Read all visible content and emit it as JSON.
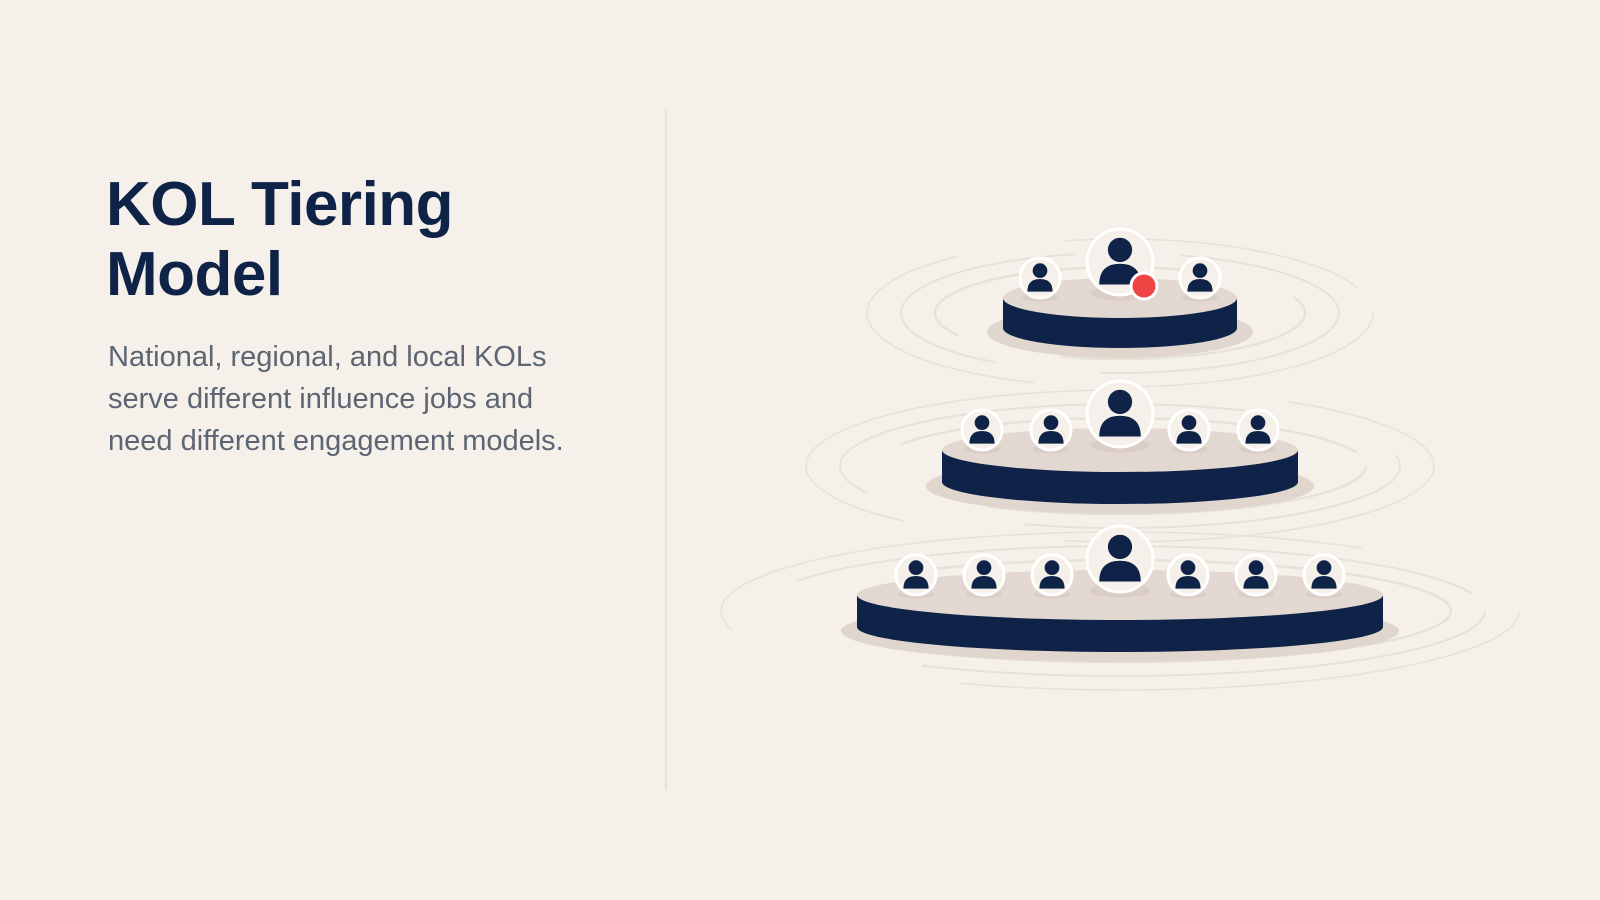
{
  "slide": {
    "title_line1": "KOL Tiering",
    "title_line2": "Model",
    "subtitle_line1": "National, regional, and local KOLs",
    "subtitle_line2": "serve different influence jobs and",
    "subtitle_line3": "need different engagement models."
  },
  "colors": {
    "background": "#f5f1ea",
    "navy": "#0e2347",
    "platform_top": "#e3d8d1",
    "ripple": "#e4e0d4",
    "accent_red": "#ef4444",
    "subtitle": "#5d6573"
  },
  "diagram": {
    "icon": "person-icon",
    "badge": "notification-dot",
    "tiers": [
      {
        "key": "national",
        "people": 3,
        "highlighted": true
      },
      {
        "key": "regional",
        "people": 5,
        "highlighted": false
      },
      {
        "key": "local",
        "people": 7,
        "highlighted": false
      }
    ]
  }
}
